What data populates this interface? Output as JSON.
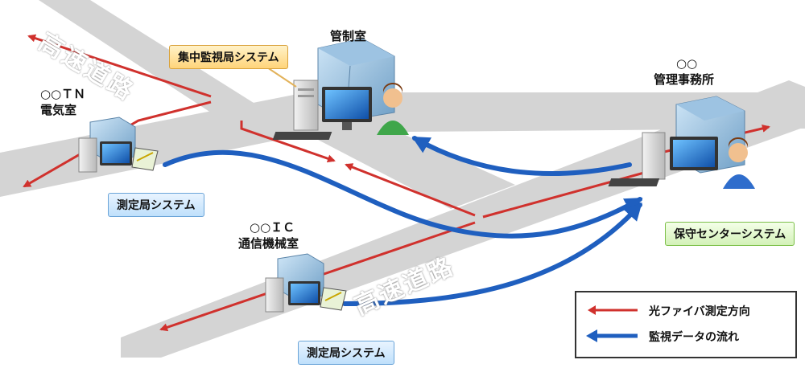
{
  "roads": {
    "label_top": "高速道路",
    "label_bottom": "高速道路"
  },
  "sites": {
    "control_room": {
      "title": "管制室",
      "system": "集中監視局システム"
    },
    "tn_station": {
      "line1": "○○ＴＮ",
      "line2": "電気室",
      "system": "測定局システム"
    },
    "ic_station": {
      "line1": "○○ＩＣ",
      "line2": "通信機械室",
      "system": "測定局システム"
    },
    "office": {
      "line1": "○○",
      "line2": "管理事務所",
      "system": "保守センターシステム"
    }
  },
  "legend": {
    "items": [
      {
        "label": "光ファイバ測定方向",
        "color": "#d0312d"
      },
      {
        "label": "監視データの流れ",
        "color": "#1f5fbf"
      }
    ]
  },
  "colors": {
    "road": "#d4d4d4",
    "fiber_arrow": "#d0312d",
    "data_arrow": "#1f5fbf"
  },
  "icons": [
    "building-icon",
    "server-tower-icon",
    "monitor-icon",
    "operator-person-icon",
    "laptop-icon"
  ]
}
